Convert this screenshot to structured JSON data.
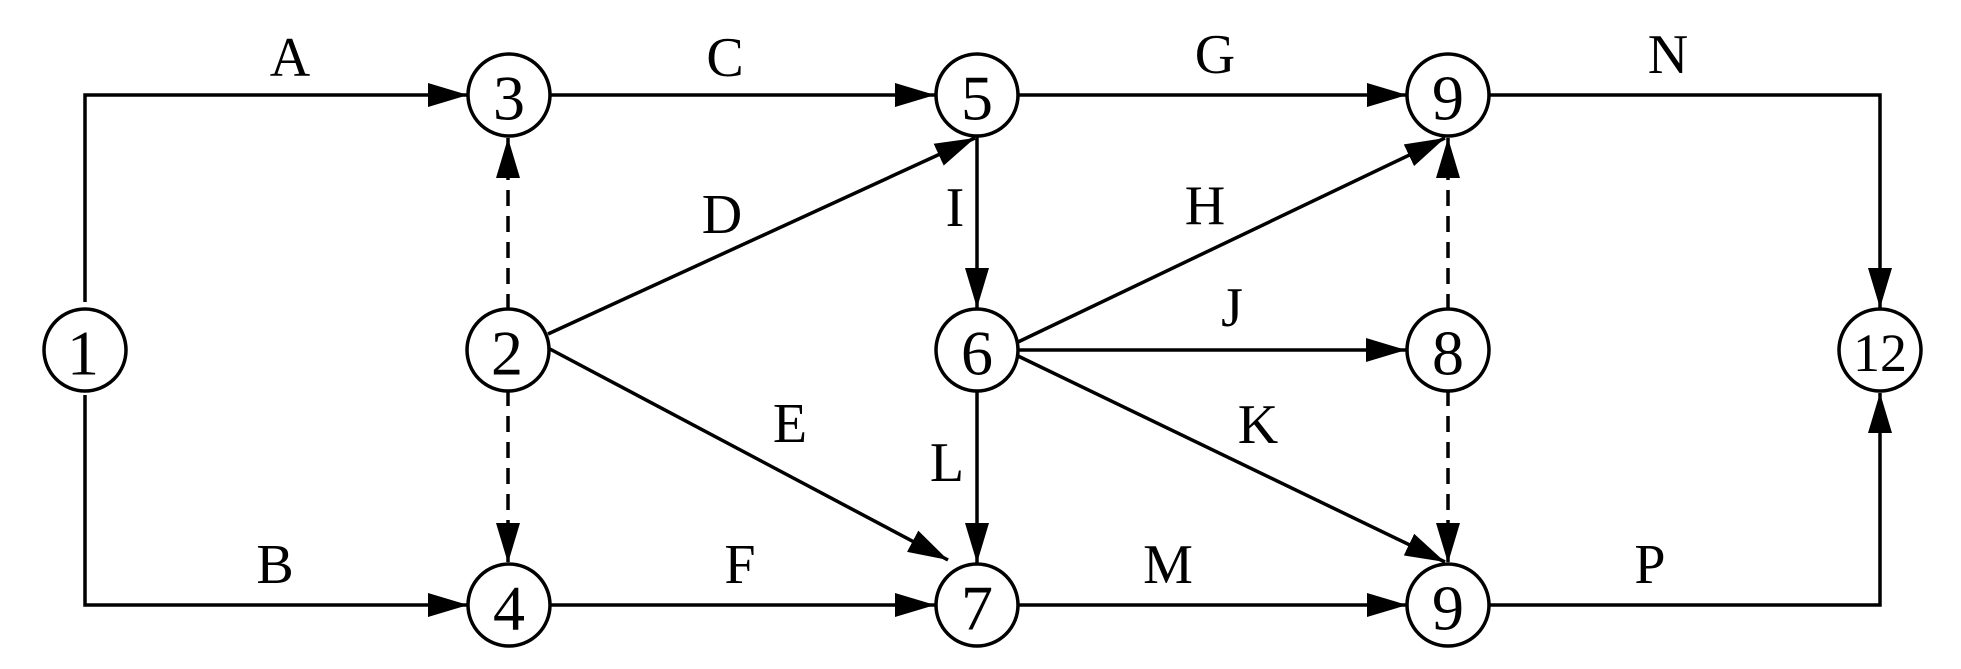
{
  "nodes": [
    {
      "id": "n1",
      "label": "1"
    },
    {
      "id": "n2",
      "label": "2"
    },
    {
      "id": "n3",
      "label": "3"
    },
    {
      "id": "n4",
      "label": "4"
    },
    {
      "id": "n5",
      "label": "5"
    },
    {
      "id": "n6",
      "label": "6"
    },
    {
      "id": "n7",
      "label": "7"
    },
    {
      "id": "n8",
      "label": "8"
    },
    {
      "id": "n9a",
      "label": "9"
    },
    {
      "id": "n9b",
      "label": "9"
    },
    {
      "id": "n12",
      "label": "12"
    }
  ],
  "activities": [
    {
      "label": "A",
      "from": "1",
      "to": "3"
    },
    {
      "label": "B",
      "from": "1",
      "to": "4"
    },
    {
      "label": "C",
      "from": "3",
      "to": "5"
    },
    {
      "label": "D",
      "from": "2",
      "to": "5"
    },
    {
      "label": "E",
      "from": "2",
      "to": "7"
    },
    {
      "label": "F",
      "from": "4",
      "to": "7"
    },
    {
      "label": "G",
      "from": "5",
      "to": "9"
    },
    {
      "label": "H",
      "from": "6",
      "to": "9"
    },
    {
      "label": "I",
      "from": "5",
      "to": "6"
    },
    {
      "label": "J",
      "from": "6",
      "to": "8"
    },
    {
      "label": "K",
      "from": "6",
      "to": "9"
    },
    {
      "label": "L",
      "from": "6",
      "to": "7"
    },
    {
      "label": "M",
      "from": "7",
      "to": "9"
    },
    {
      "label": "N",
      "from": "9",
      "to": "12"
    },
    {
      "label": "P",
      "from": "9",
      "to": "12"
    }
  ],
  "dummy_activities": [
    {
      "from": "2",
      "to": "3"
    },
    {
      "from": "2",
      "to": "4"
    },
    {
      "from": "8",
      "to": "9"
    },
    {
      "from": "8",
      "to": "9"
    }
  ]
}
